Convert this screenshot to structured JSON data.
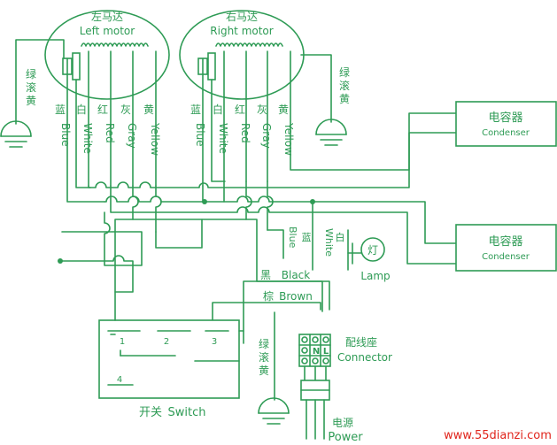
{
  "motors": {
    "left": {
      "zh": "左马达",
      "en": "Left motor"
    },
    "right": {
      "zh": "右马达",
      "en": "Right motor"
    }
  },
  "wire_labels": {
    "blue_zh": "蓝",
    "blue_en": "Blue",
    "white_zh": "白",
    "white_en": "White",
    "red_zh": "红",
    "red_en": "Red",
    "gray_zh": "灰",
    "gray_en": "Gray",
    "yellow_zh": "黄",
    "yellow_en": "Yellow"
  },
  "ground_label_chars": [
    "绿",
    "滚",
    "黄"
  ],
  "capacitors": [
    {
      "zh": "电容器",
      "en": "Condenser"
    },
    {
      "zh": "电容器",
      "en": "Condenser"
    }
  ],
  "lamp": {
    "zh": "灯",
    "en": "Lamp"
  },
  "lamp_wires": {
    "blue_zh": "蓝",
    "blue_en": "Blue",
    "white_zh": "白",
    "white_en": "White"
  },
  "black_wire": {
    "zh": "黑",
    "en": "Black"
  },
  "brown_wire": {
    "zh": "棕",
    "en": "Brown"
  },
  "switch": {
    "zh": "开关",
    "en": "Switch",
    "terminals": [
      "1",
      "2",
      "3",
      "4"
    ]
  },
  "connector": {
    "zh": "配线座",
    "en": "Connector",
    "terminals": [
      "N",
      "L"
    ]
  },
  "power": {
    "zh": "电源",
    "en": "Power"
  },
  "watermark": "www.55dianzi.com",
  "colors": {
    "line": "#2e9b55",
    "watermark": "#e0241b"
  }
}
